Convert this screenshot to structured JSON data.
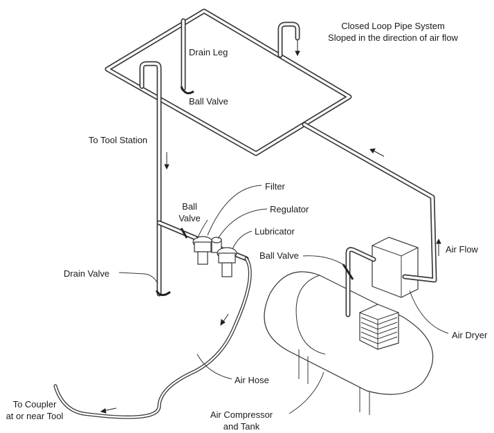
{
  "labels": {
    "title_line1": "Closed Loop Pipe System",
    "title_line2": "Sloped in the direction of air flow",
    "drain_leg": "Drain Leg",
    "ball_valve_top": "Ball Valve",
    "to_tool_station": "To Tool Station",
    "filter": "Filter",
    "ball_valve_mid_line1": "Ball",
    "ball_valve_mid_line2": "Valve",
    "regulator": "Regulator",
    "lubricator": "Lubricator",
    "ball_valve_right": "Ball Valve",
    "air_flow": "Air Flow",
    "drain_valve": "Drain Valve",
    "air_dryer": "Air Dryer",
    "air_hose": "Air Hose",
    "to_coupler_line1": "To Coupler",
    "to_coupler_line2": "at or near Tool",
    "compressor_line1": "Air Compressor",
    "compressor_line2": "and Tank"
  }
}
